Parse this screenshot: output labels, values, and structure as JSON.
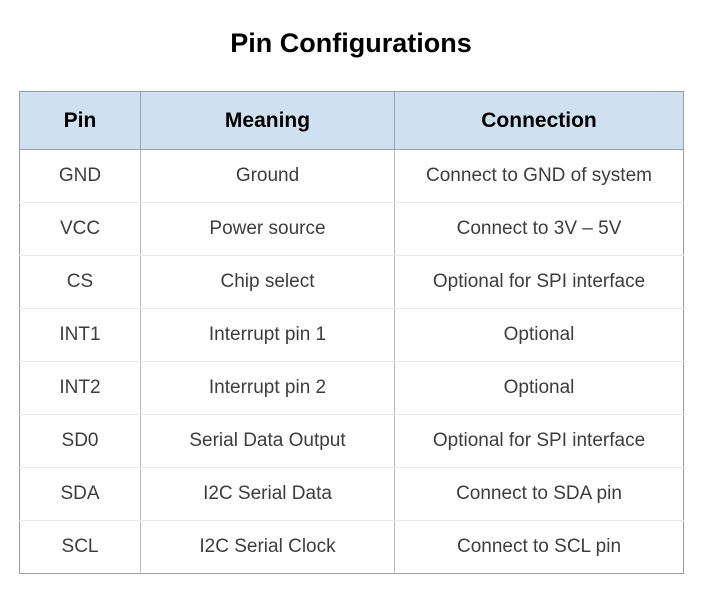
{
  "page": {
    "title": "Pin Configurations",
    "background_color": "#ffffff"
  },
  "colors": {
    "header_background": "#cfe0f1",
    "header_text": "#000000",
    "cell_text": "#3d3d3d",
    "table_border": "#9a9ea3",
    "row_divider": "#e9eaeb",
    "column_divider": "#b9bcc0"
  },
  "table": {
    "name": "pin-configurations-table",
    "columns": [
      {
        "key": "pin",
        "label": "Pin"
      },
      {
        "key": "meaning",
        "label": "Meaning"
      },
      {
        "key": "connection",
        "label": "Connection"
      }
    ],
    "rows": [
      {
        "pin": "GND",
        "meaning": "Ground",
        "connection": "Connect to GND of system"
      },
      {
        "pin": "VCC",
        "meaning": "Power source",
        "connection": "Connect to 3V – 5V"
      },
      {
        "pin": "CS",
        "meaning": "Chip select",
        "connection": "Optional for SPI interface"
      },
      {
        "pin": "INT1",
        "meaning": "Interrupt pin 1",
        "connection": "Optional"
      },
      {
        "pin": "INT2",
        "meaning": "Interrupt pin 2",
        "connection": "Optional"
      },
      {
        "pin": "SD0",
        "meaning": "Serial Data Output",
        "connection": "Optional for SPI interface"
      },
      {
        "pin": "SDA",
        "meaning": "I2C Serial Data",
        "connection": "Connect to SDA pin"
      },
      {
        "pin": "SCL",
        "meaning": "I2C Serial Clock",
        "connection": "Connect to SCL pin"
      }
    ]
  }
}
